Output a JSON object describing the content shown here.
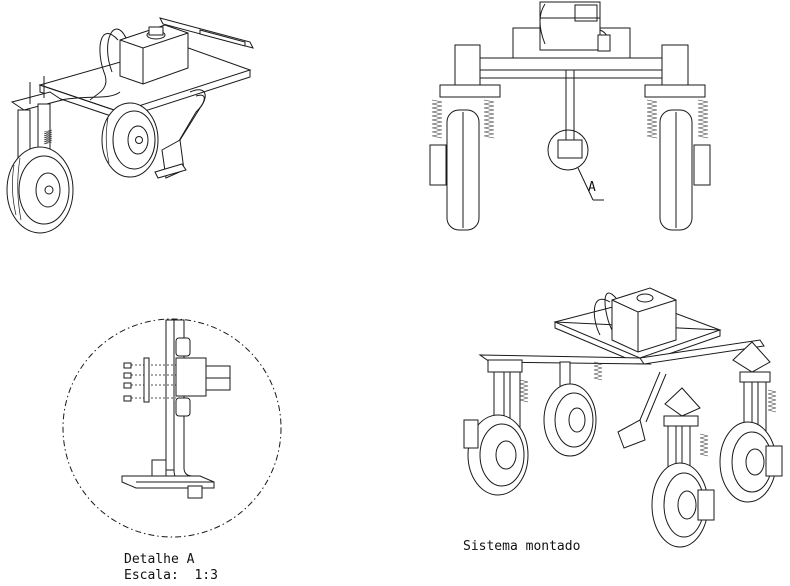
{
  "labels": {
    "detail_marker": "A",
    "detail_title": "Detalhe A",
    "detail_scale": "Escala:  1:3",
    "assembly_title": "Sistema montado"
  },
  "views": [
    {
      "name": "isometric view top-left"
    },
    {
      "name": "front view top-right"
    },
    {
      "name": "detail A circle bottom-left"
    },
    {
      "name": "isometric assembled view bottom-right"
    }
  ]
}
